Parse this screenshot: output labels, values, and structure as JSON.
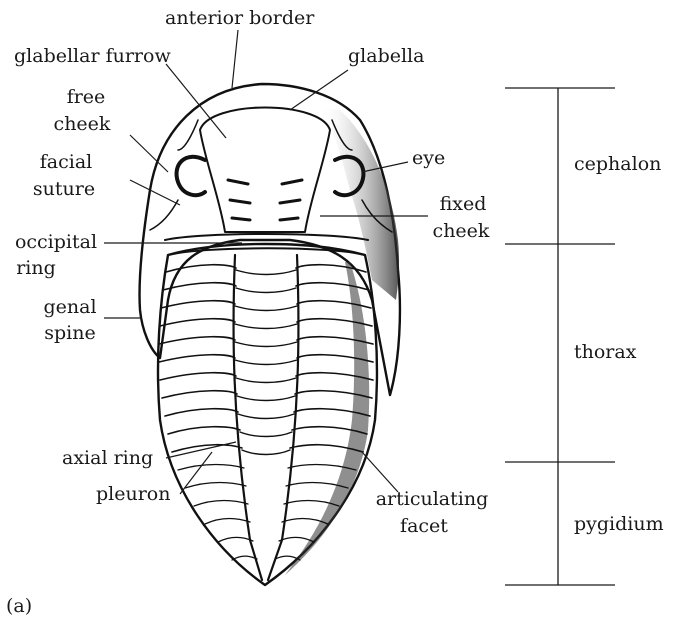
{
  "labels": {
    "anterior_border": "anterior border",
    "glabellar_furrow": "glabellar furrow",
    "glabella": "glabella",
    "free_cheek": [
      "free",
      "cheek"
    ],
    "facial_suture": [
      "facial",
      "suture"
    ],
    "eye": "eye",
    "fixed_cheek": [
      "fixed",
      "cheek"
    ],
    "occipital_ring": [
      "occipital",
      "ring"
    ],
    "genal_spine": [
      "genal",
      "spine"
    ],
    "axial_ring": "axial ring",
    "pleuron": "pleuron",
    "articulating_facet": [
      "articulating",
      "facet"
    ]
  },
  "segments": {
    "cephalon": "cephalon",
    "thorax": "thorax",
    "pygidium": "pygidium"
  },
  "panel_label": "(a)"
}
